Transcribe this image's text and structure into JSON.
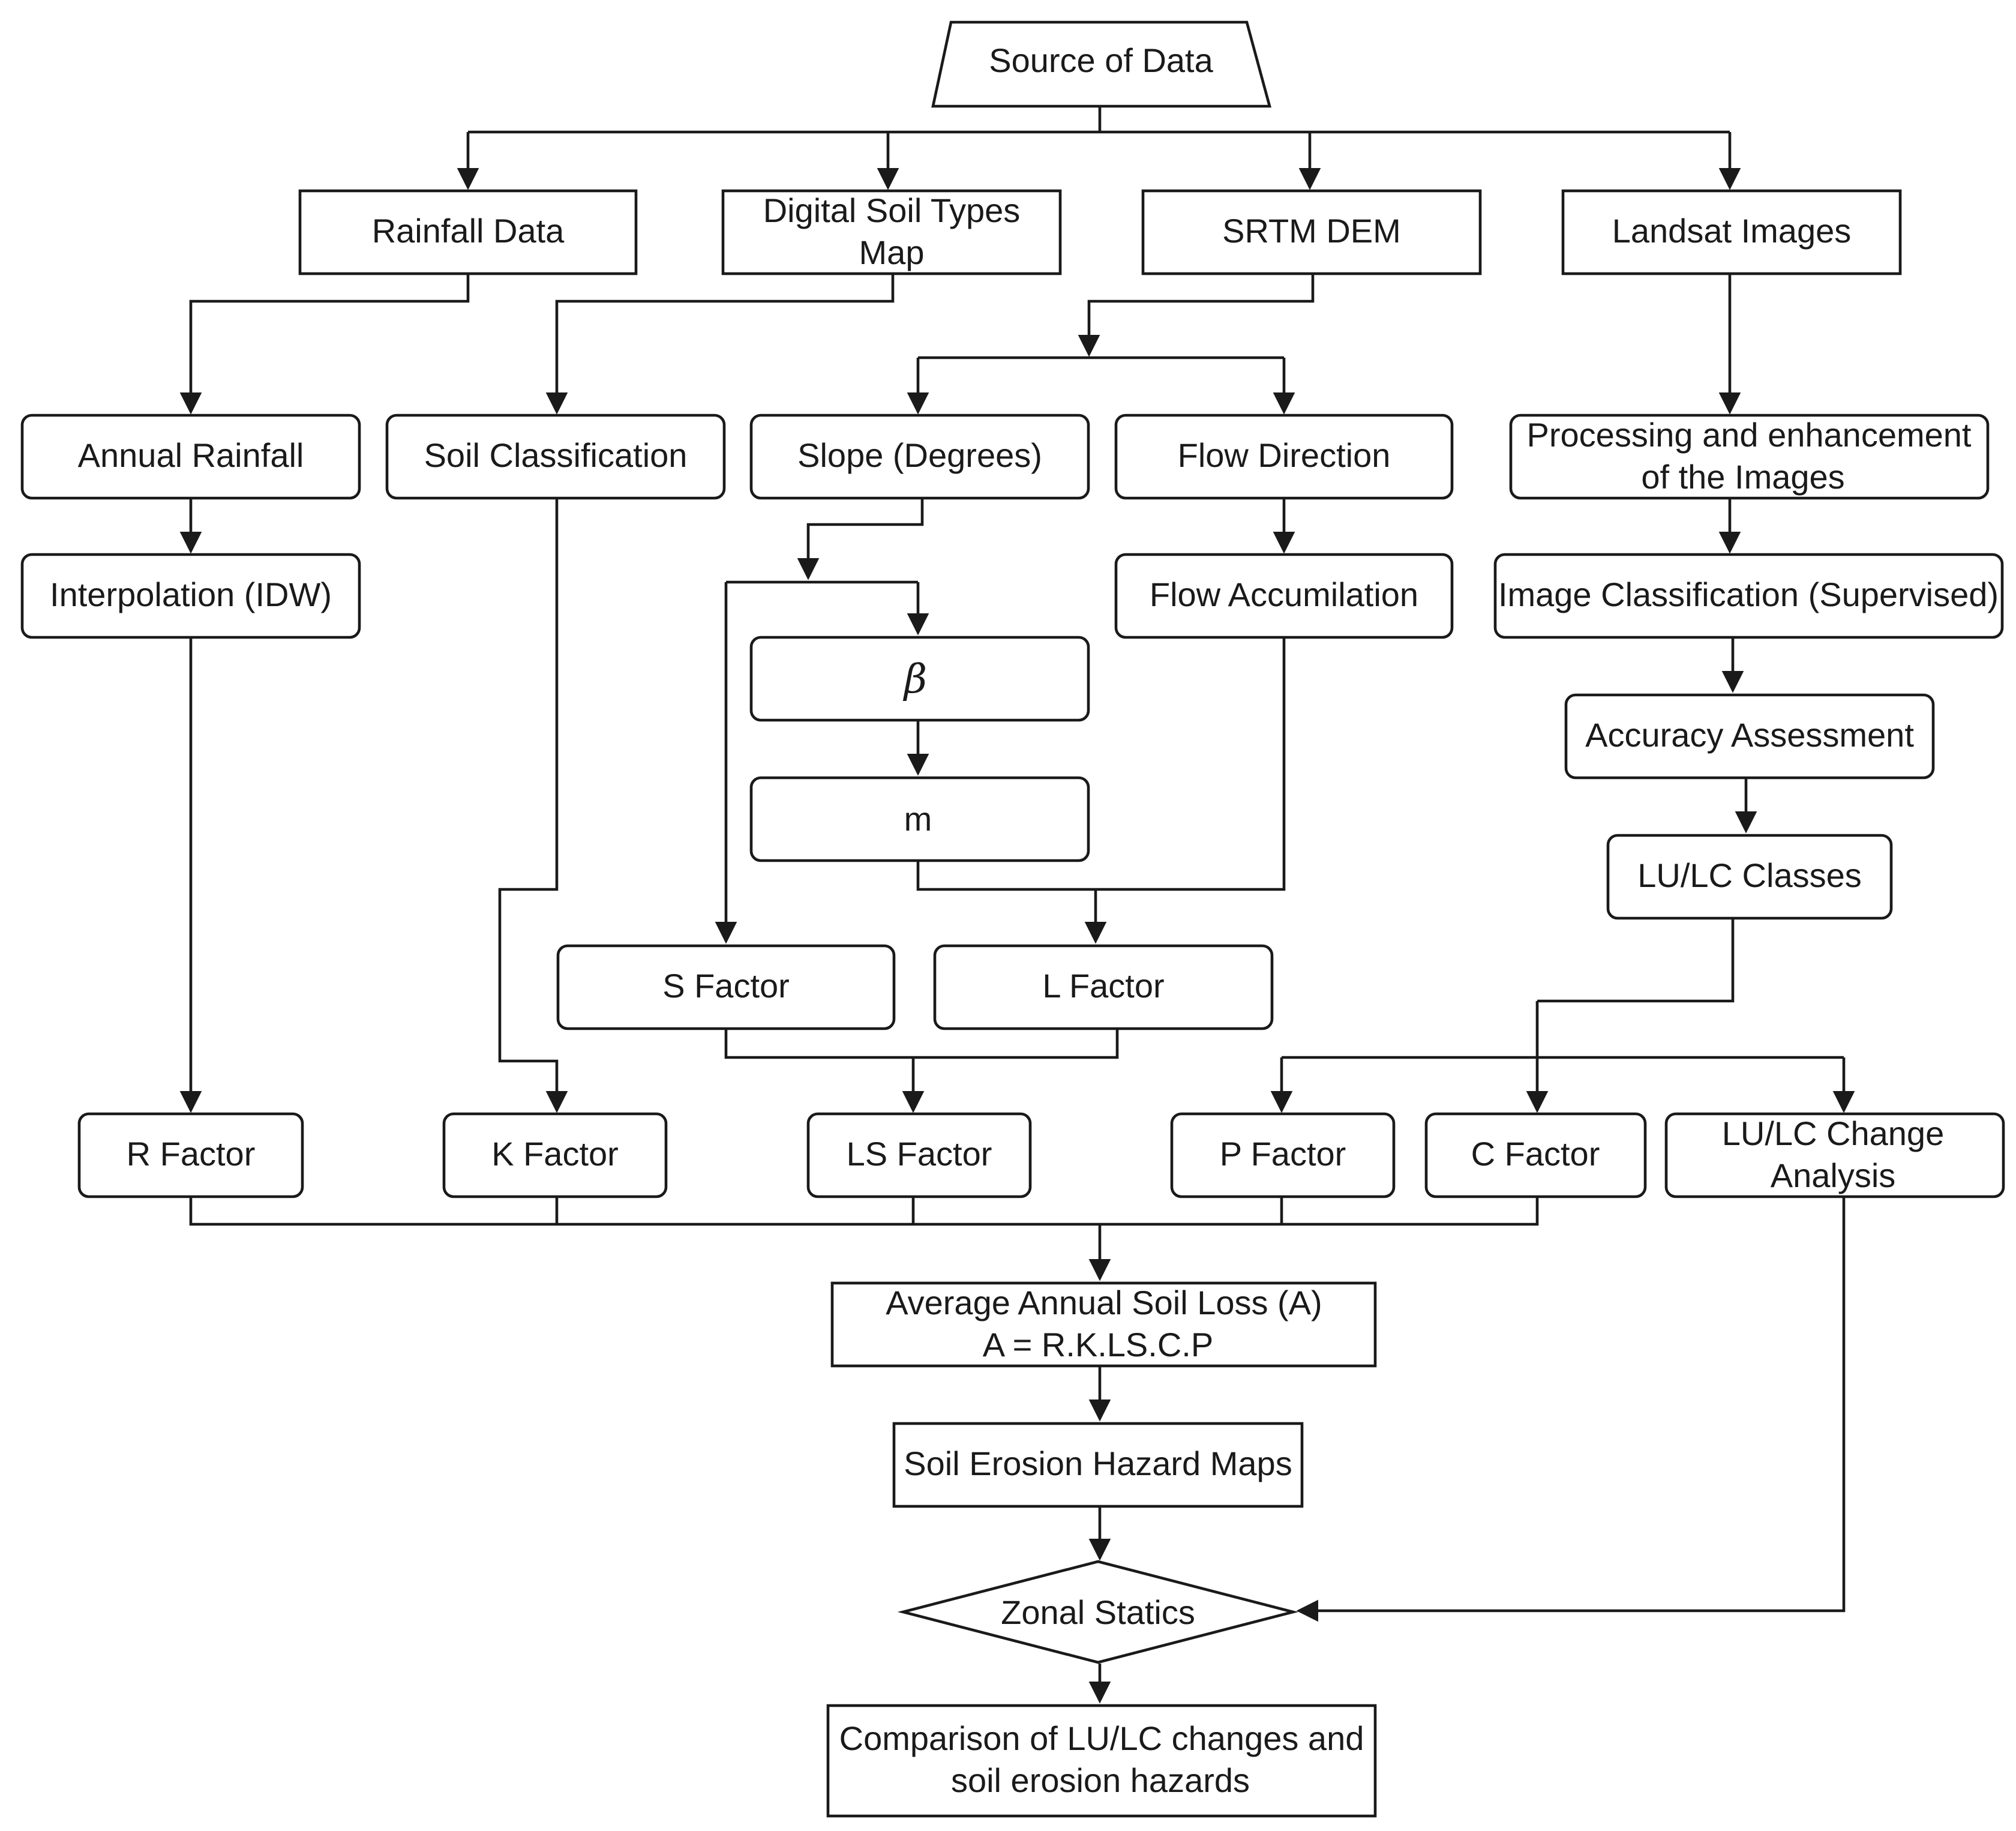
{
  "nodes": {
    "source": "Source of Data",
    "rainfall_data": "Rainfall Data",
    "soil_map": [
      "Digital Soil Types",
      "Map"
    ],
    "srtm": "SRTM DEM",
    "landsat": "Landsat Images",
    "annual_rainfall": "Annual Rainfall",
    "soil_classification": "Soil Classification",
    "slope": "Slope (Degrees)",
    "flow_direction": "Flow Direction",
    "processing": [
      "Processing and enhancement",
      "of the Images"
    ],
    "interpolation": "Interpolation (IDW)",
    "flow_accumulation": "Flow Accumilation",
    "image_classification": "Image Classification (Supervised)",
    "beta": "β",
    "m": "m",
    "accuracy": "Accuracy Assessment",
    "lulc_classes": "LU/LC Classes",
    "s_factor": "S Factor",
    "l_factor": "L Factor",
    "r_factor": "R Factor",
    "k_factor": "K Factor",
    "ls_factor": "LS Factor",
    "p_factor": "P Factor",
    "c_factor": "C Factor",
    "lulc_change": [
      "LU/LC Change",
      "Analysis"
    ],
    "soil_loss": [
      "Average Annual Soil Loss (A)",
      "A = R.K.LS.C.P"
    ],
    "hazard_maps": "Soil Erosion Hazard Maps",
    "zonal": "Zonal Statics",
    "comparison": [
      "Comparison of LU/LC changes and",
      "soil erosion hazards"
    ]
  }
}
